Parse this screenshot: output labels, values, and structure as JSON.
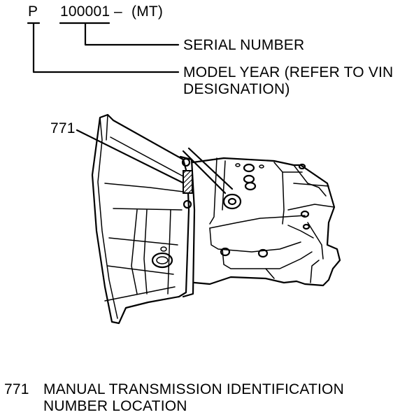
{
  "code": {
    "prefix": "P",
    "serial": "100001",
    "dash": "–",
    "suffix": "(MT)"
  },
  "callouts": {
    "serial_number": "SERIAL NUMBER",
    "model_year_line1": "MODEL YEAR (REFER TO VIN",
    "model_year_line2": "DESIGNATION)"
  },
  "part_label": "771",
  "legend": {
    "number": "771",
    "line1": "MANUAL TRANSMISSION IDENTIFICATION",
    "line2": "NUMBER LOCATION"
  }
}
